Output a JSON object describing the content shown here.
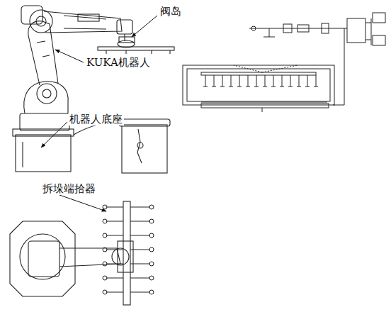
{
  "diagram": {
    "labels": [
      "阀岛",
      "KUKA机器人",
      "机器人底座",
      "拆垛端拾器"
    ]
  }
}
